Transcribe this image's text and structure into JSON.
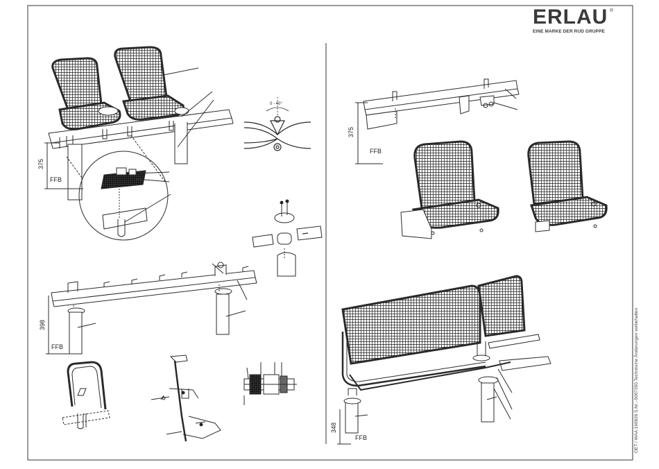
{
  "brand": {
    "name": "ERLAU",
    "registered_mark": "®",
    "tagline": "EINE MARKE DER RUD GRUPPE"
  },
  "footer_note": "OET / WAA 190826 S.Nr.:-5007350  Technische Änderungen vorbehalten",
  "dimensions": {
    "top_left_height": "375",
    "top_right_height": "375",
    "mid_left_height": "398",
    "bottom_right_height": "348",
    "floor_label": "FFB",
    "angle_range": "0 - 40°"
  },
  "colors": {
    "line": "#2a2a2a",
    "mesh": "#1c1c1c",
    "background": "#ffffff"
  }
}
